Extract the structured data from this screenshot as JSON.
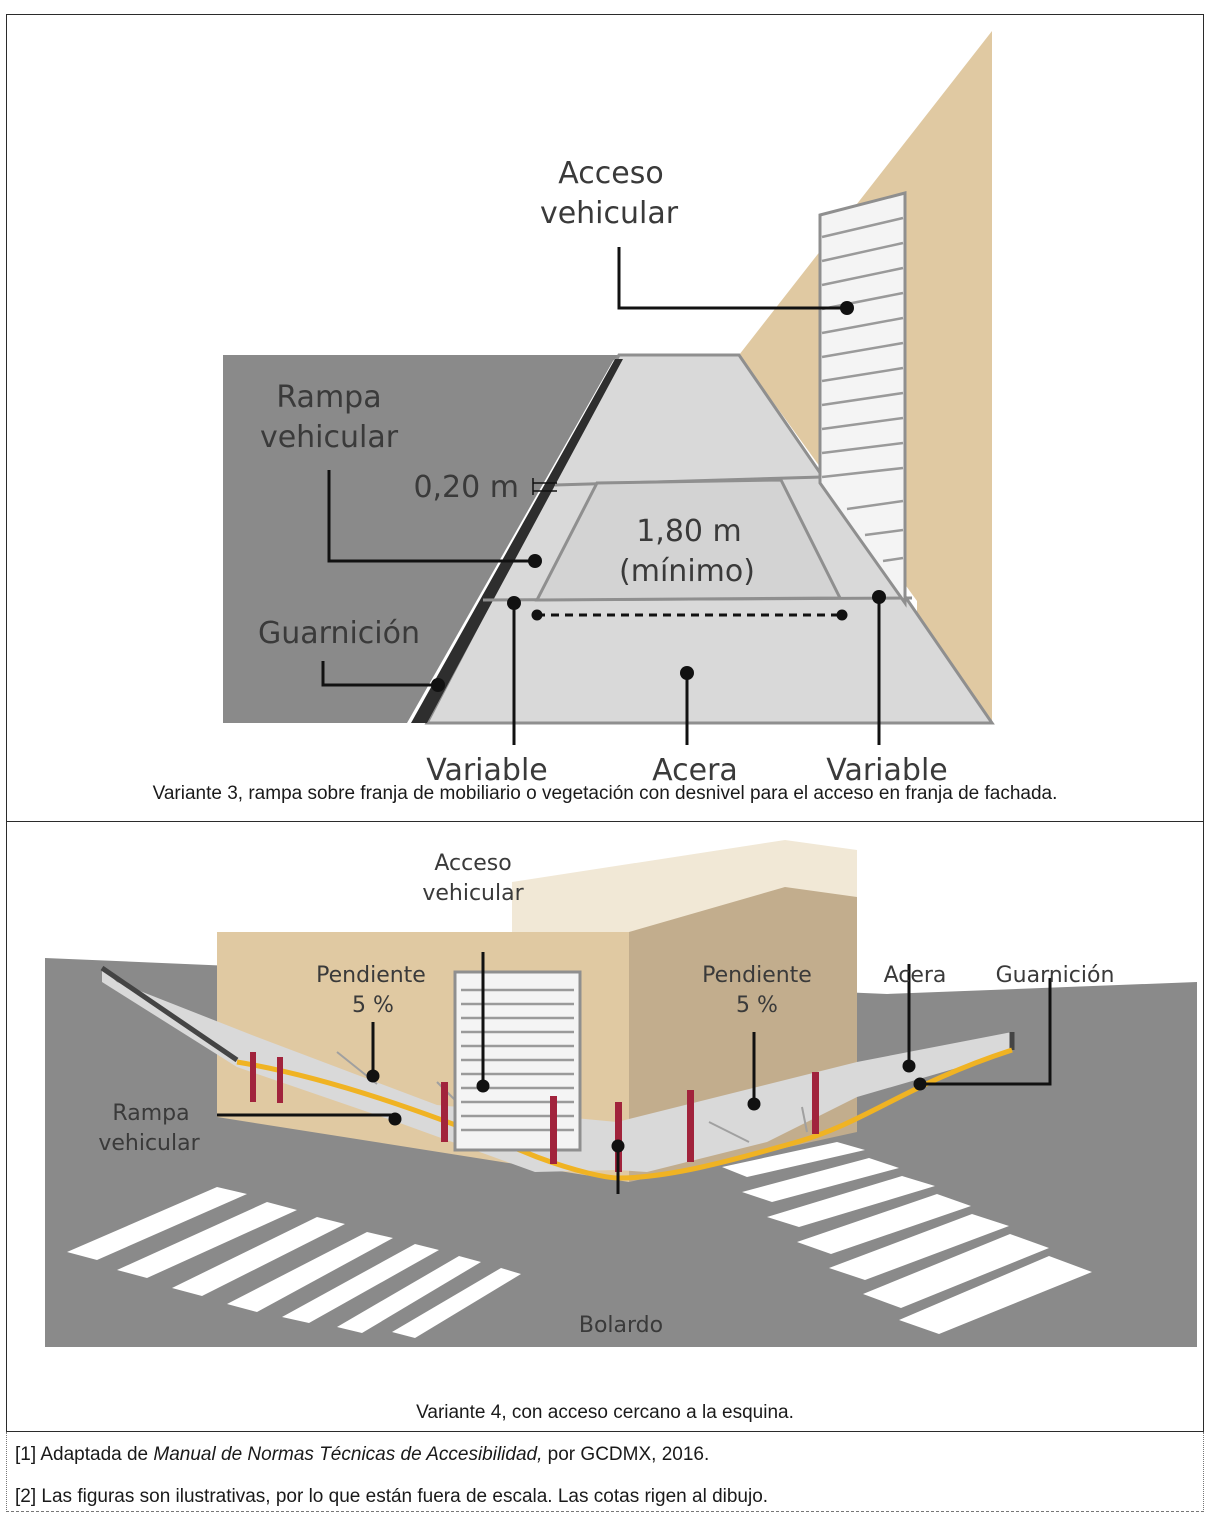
{
  "figure1": {
    "labels": {
      "acceso": "Acceso",
      "vehicular": "vehicular",
      "rampa": "Rampa",
      "rampa_vehicular": "vehicular",
      "dim_020": "0,20 m",
      "dim_180": "1,80 m",
      "minimo": "(mínimo)",
      "guarnicion": "Guarnición",
      "variable_left": "Variable",
      "acera": "Acera",
      "variable_right": "Variable"
    },
    "caption": "Variante 3, rampa sobre franja de mobiliario o vegetación con desnivel para el acceso en franja de fachada."
  },
  "figure2": {
    "labels": {
      "acceso": "Acceso",
      "vehicular": "vehicular",
      "pendiente_left": "Pendiente",
      "pct_left": "5 %",
      "pendiente_right": "Pendiente",
      "pct_right": "5 %",
      "acera": "Acera",
      "guarnicion": "Guarnición",
      "rampa": "Rampa",
      "rampa_vehicular": "vehicular",
      "bolardo": "Bolardo"
    },
    "caption": "Variante 4, con acceso cercano a la esquina."
  },
  "notes": {
    "note1_prefix": "[1] Adaptada de ",
    "note1_title": "Manual de Normas Técnicas de Accesibilidad,",
    "note1_suffix": " por GCDMX, 2016.",
    "note2": "[2] Las figuras son ilustrativas, por lo que están fuera de escala. Las cotas rigen al dibujo."
  },
  "colors": {
    "wall": "#e0c9a2",
    "wall_dark": "#c2ad8d",
    "wall_light": "#f1e8d6",
    "road": "#8a8a8a",
    "sidewalk": "#d9d9d9",
    "curb_line": "#f0b323",
    "bollard": "#a1233c"
  }
}
